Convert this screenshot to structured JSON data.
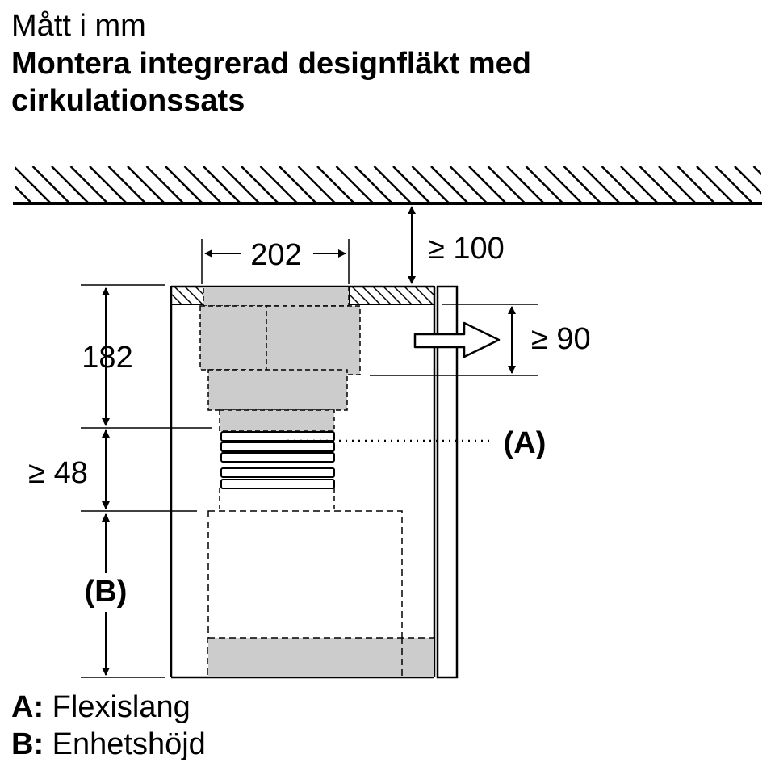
{
  "header": {
    "units": "Mått i mm",
    "title": "Montera integrerad designfläkt med cirkulationssats"
  },
  "dimensions": {
    "width_duct": "202",
    "ceiling_gap": "≥ 100",
    "outlet_gap": "≥ 90",
    "top_height": "182",
    "hose_height": "≥ 48",
    "unit_height": "(B)"
  },
  "callouts": {
    "hose": "(A)"
  },
  "legend": [
    {
      "key": "A:",
      "label": "Flexislang"
    },
    {
      "key": "B:",
      "label": "Enhetshöjd"
    }
  ],
  "colors": {
    "line": "#000000",
    "fill_component": "#cccccc",
    "background": "#ffffff"
  }
}
